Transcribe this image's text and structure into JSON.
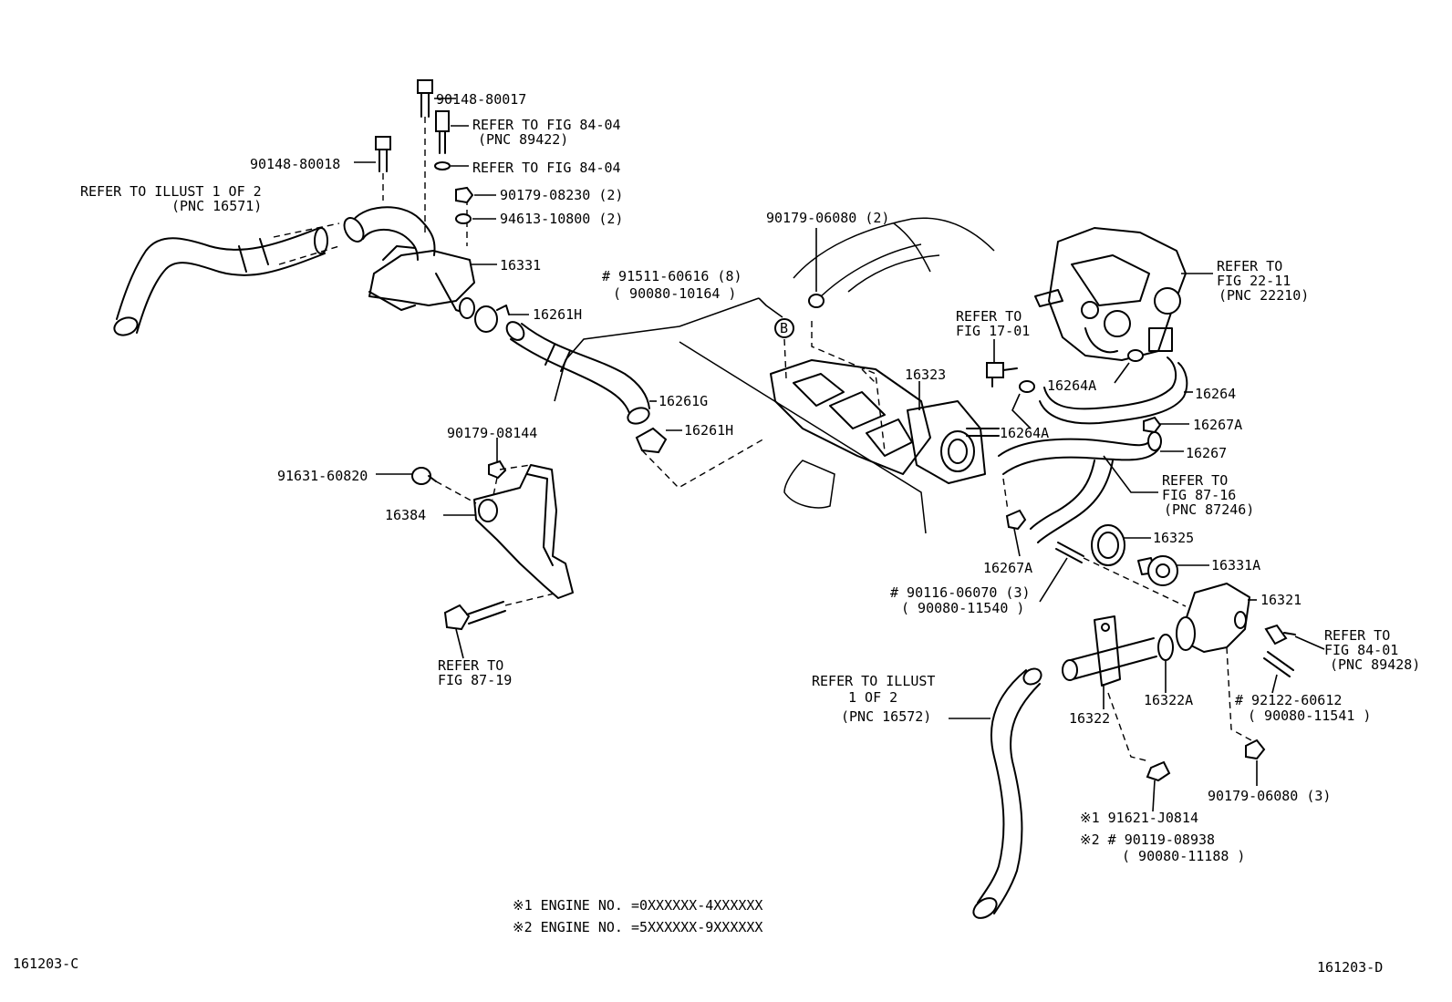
{
  "labels": {
    "p90148_80017": "90148-80017",
    "refer_84_04_a": "REFER TO FIG 84-04",
    "pnc_89422": "(PNC 89422)",
    "refer_84_04_b": "REFER TO FIG 84-04",
    "p90179_08230": "90179-08230 (2)",
    "p94613_10800": "94613-10800 (2)",
    "p90148_80018": "90148-80018",
    "refer_illust_1": "REFER TO ILLUST 1 OF 2",
    "pnc_16571": "(PNC 16571)",
    "p16331": "16331",
    "p16261h_a": "16261H",
    "p91511_60616": "# 91511-60616 (8)",
    "p90080_10164": "( 90080-10164 )",
    "p90179_06080_2": "90179-06080 (2)",
    "refer_22_11": "REFER TO",
    "fig_22_11": "FIG 22-11",
    "pnc_22210": "(PNC 22210)",
    "refer_17_01": "REFER TO",
    "fig_17_01": "FIG 17-01",
    "p16323": "16323",
    "p16264a_a": "16264A",
    "p16264": "16264",
    "p16261g": "16261G",
    "p16261h_b": "16261H",
    "p16264a_b": "16264A",
    "p16267a_a": "16267A",
    "p16267": "16267",
    "p90179_08144": "90179-08144",
    "p91631_60820": "91631-60820",
    "p16384": "16384",
    "refer_87_16": "REFER TO",
    "fig_87_16": "FIG 87-16",
    "pnc_87246": "(PNC 87246)",
    "p16325": "16325",
    "p16267a_b": "16267A",
    "p16331a": "16331A",
    "p90116_06070": "# 90116-06070 (3)",
    "p90080_11540": "( 90080-11540 )",
    "p16321": "16321",
    "refer_84_01": "REFER TO",
    "fig_84_01": "FIG 84-01",
    "pnc_89428": "(PNC 89428)",
    "refer_87_19": "REFER TO",
    "fig_87_19": "FIG 87-19",
    "refer_illust_2a": "REFER TO ILLUST",
    "refer_illust_2b": "1 OF 2",
    "pnc_16572": "(PNC 16572)",
    "p16322": "16322",
    "p16322a": "16322A",
    "p92122_60612": "# 92122-60612",
    "p90080_11541": "( 90080-11541 )",
    "p90179_06080_3": "90179-06080 (3)",
    "p91621_j0814": "※1 91621-J0814",
    "p90119_08938": "※2 # 90119-08938",
    "p90080_11188": "( 90080-11188 )",
    "callout_b": "B"
  },
  "notes": {
    "engine_note_1": "※1 ENGINE NO. =0XXXXXX-4XXXXXX",
    "engine_note_2": "※2 ENGINE NO. =5XXXXXX-9XXXXXX"
  },
  "footer": {
    "left_code": "161203-C",
    "right_code": "161203-D"
  }
}
